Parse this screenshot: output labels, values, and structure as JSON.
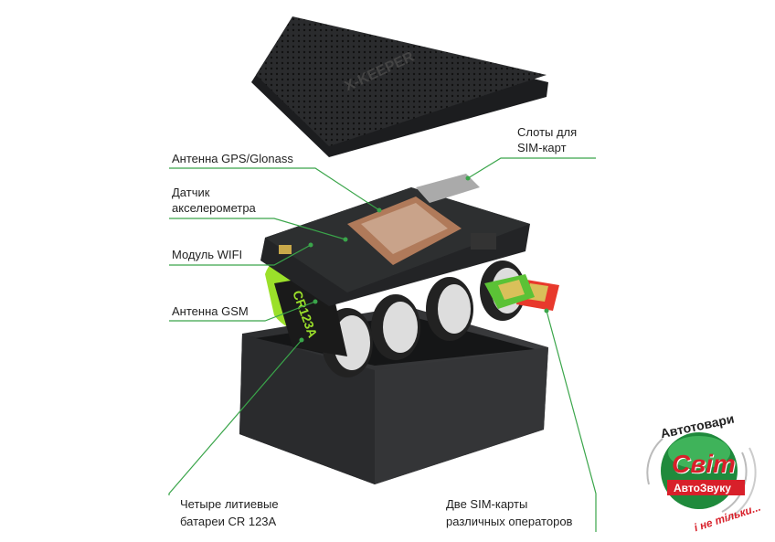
{
  "labels": {
    "gps_antenna": "Антенна GPS/Glonass",
    "accelerometer_1": "Датчик",
    "accelerometer_2": "акселерометра",
    "wifi_module": "Модуль WIFI",
    "gsm_antenna": "Антенна GSM",
    "batteries_1": "Четыре литиевые",
    "batteries_2": "батареи CR 123A",
    "sim_slots_1": "Слоты для",
    "sim_slots_2": "SIM-карт",
    "two_sims_1": "Две SIM-карты",
    "two_sims_2": "различных операторов"
  },
  "device": {
    "lid_brand": "X-KEEPER",
    "battery_text": "CR123A"
  },
  "logo": {
    "top_arc": "Автотовари",
    "main": "Світ",
    "sub": "АвтоЗвуку",
    "bottom_arc": "і не тільки..."
  },
  "colors": {
    "leader_line": "#3aa54a",
    "logo_green": "#1f8a3c",
    "logo_red": "#d8202a"
  }
}
